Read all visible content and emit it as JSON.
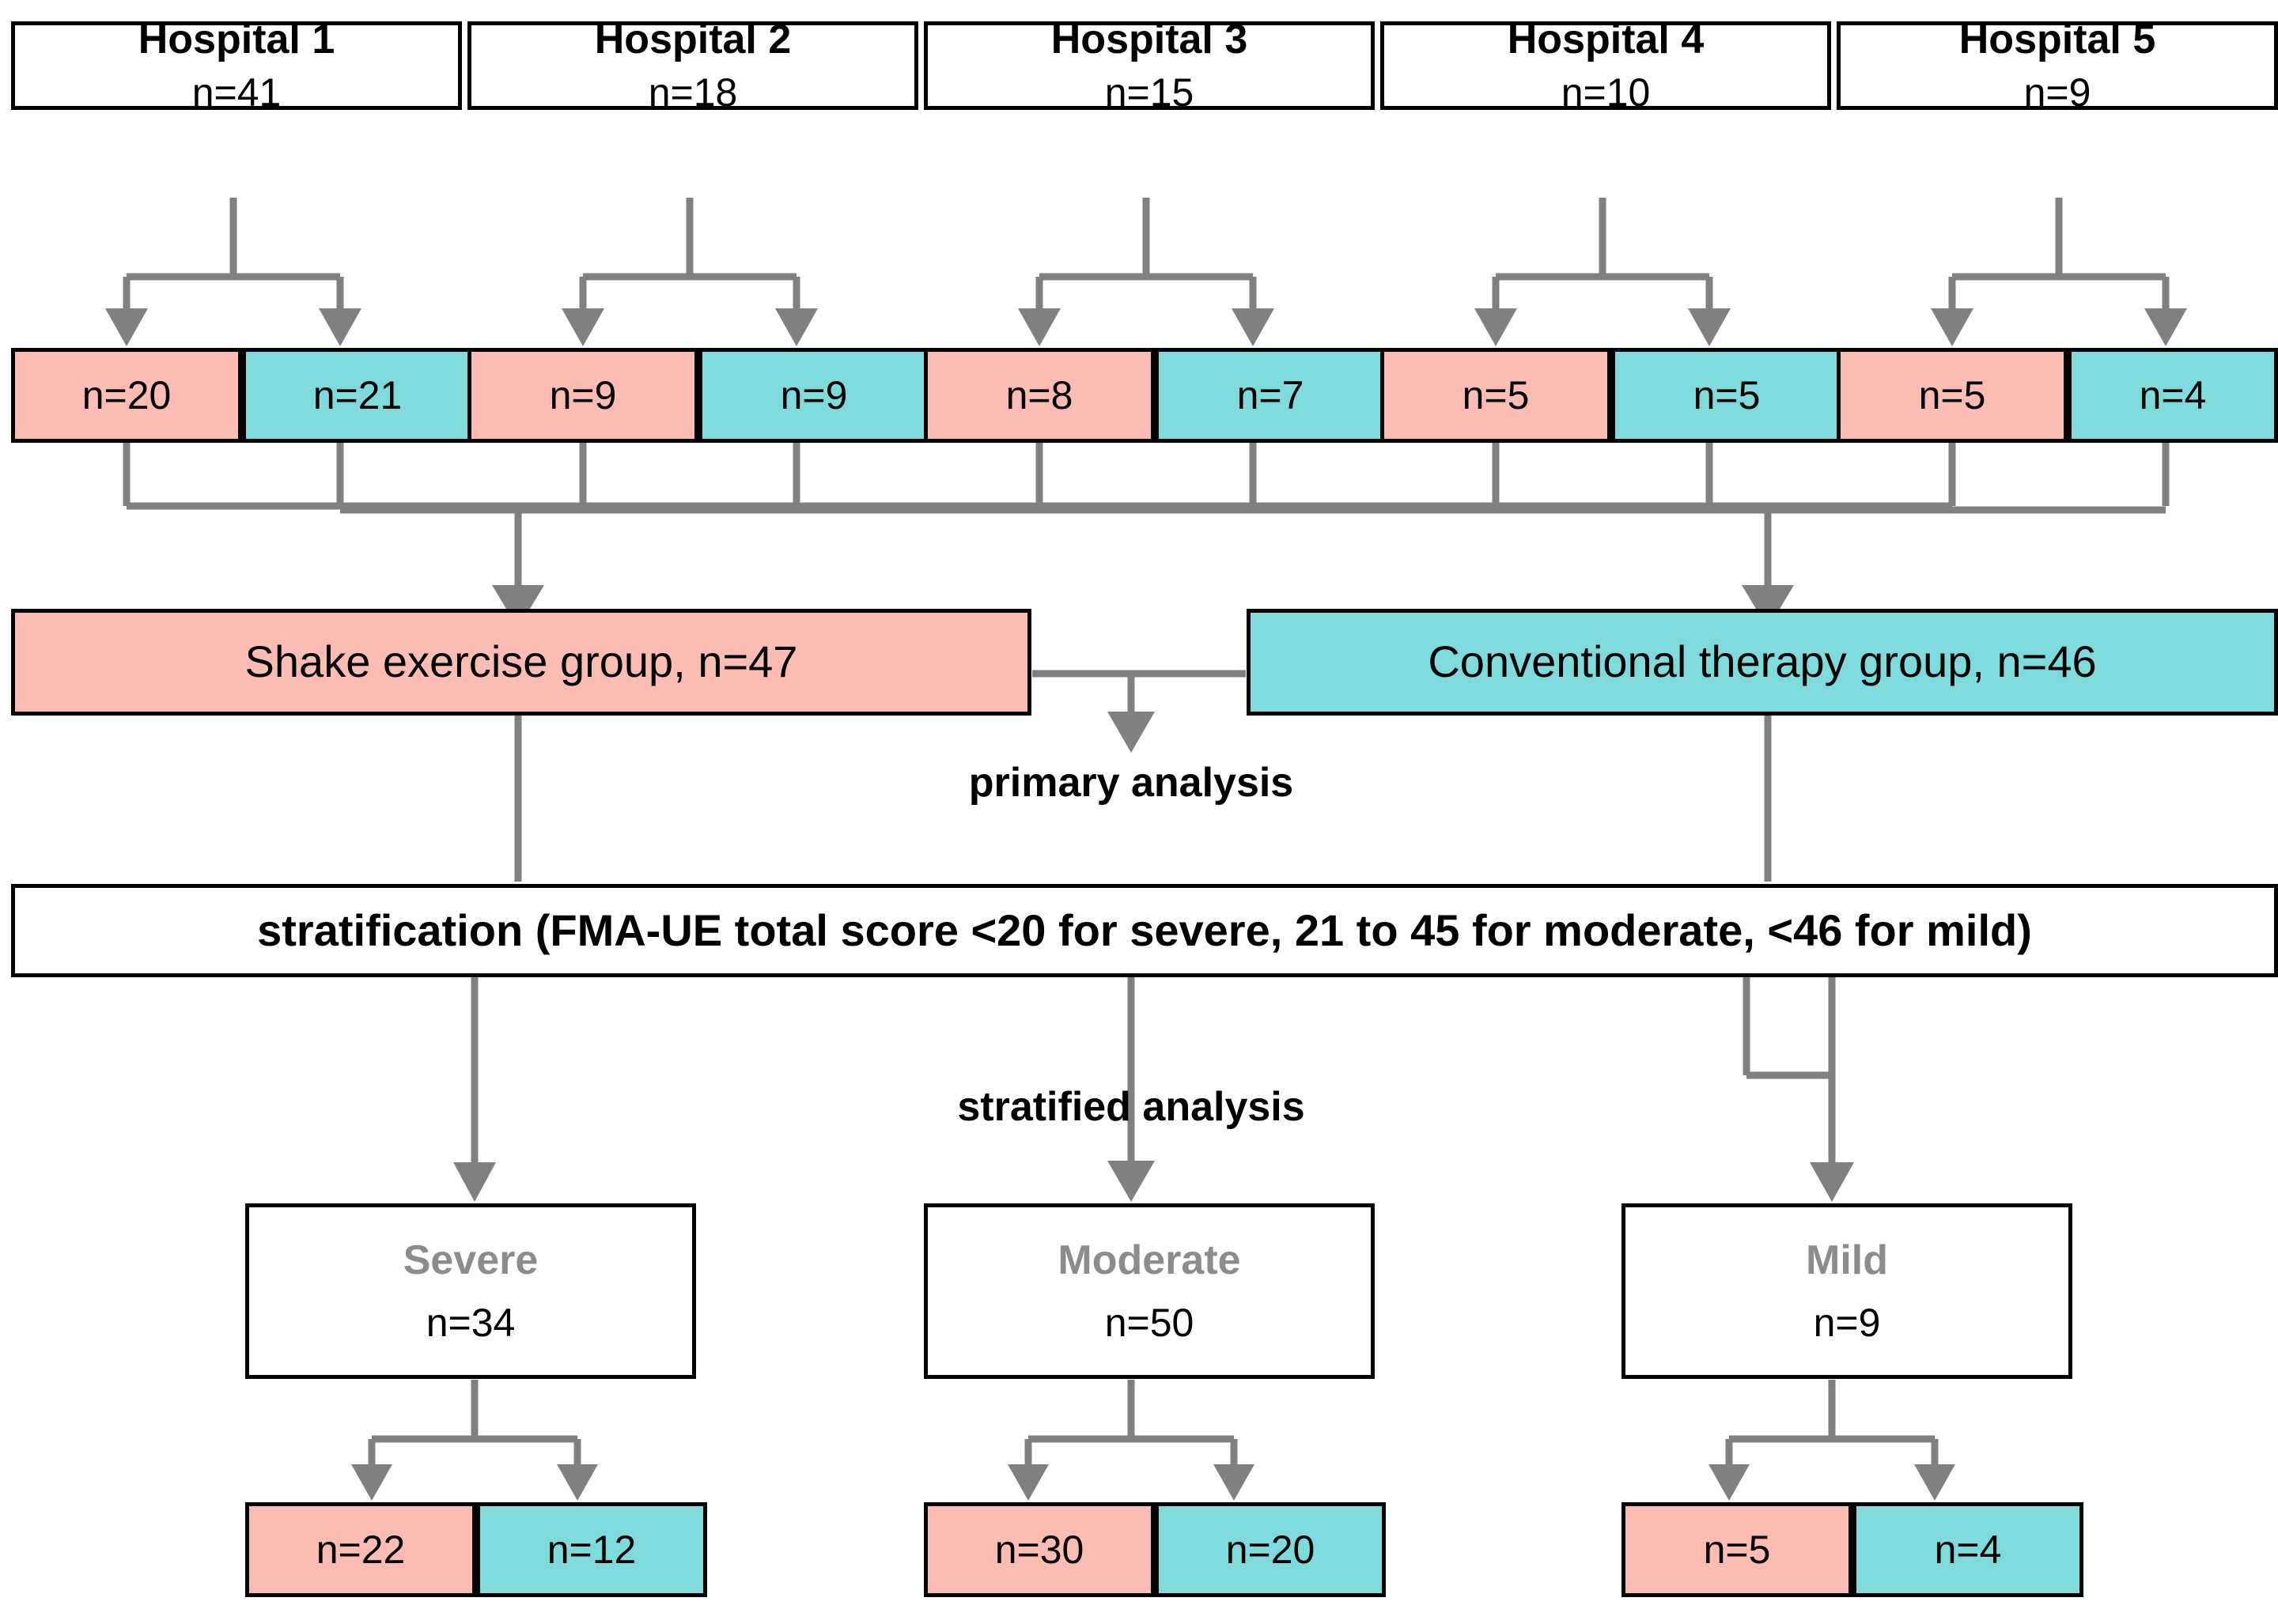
{
  "diagram": {
    "title": "Trial participant flow and stratification chart",
    "colors": {
      "pink": "#FBBCB4",
      "teal": "#7FDBDB",
      "connector_gray": "#808080",
      "severity_label_gray": "#8C8C8C",
      "border_black": "#000000",
      "background": "#FFFFFF"
    }
  },
  "hospitals": [
    {
      "name": "Hospital 1",
      "n": "n=41",
      "shake": "n=20",
      "conventional": "n=21"
    },
    {
      "name": "Hospital 2",
      "n": "n=18",
      "shake": "n=9",
      "conventional": "n=9"
    },
    {
      "name": "Hospital 3",
      "n": "n=15",
      "shake": "n=8",
      "conventional": "n=7"
    },
    {
      "name": "Hospital 4",
      "n": "n=10",
      "shake": "n=5",
      "conventional": "n=5"
    },
    {
      "name": "Hospital 5",
      "n": "n=9",
      "shake": "n=5",
      "conventional": "n=4"
    }
  ],
  "groups": {
    "shake": "Shake exercise group, n=47",
    "conventional": "Conventional therapy group, n=46"
  },
  "captions": {
    "primary_analysis": "primary analysis",
    "stratified_analysis": "stratified analysis"
  },
  "stratification": {
    "text": "stratification (FMA-UE total score <20 for severe, 21 to 45 for moderate, <46 for mild)"
  },
  "severity": [
    {
      "label": "Severe",
      "n": "n=34",
      "shake": "n=22",
      "conventional": "n=12"
    },
    {
      "label": "Moderate",
      "n": "n=50",
      "shake": "n=30",
      "conventional": "n=20"
    },
    {
      "label": "Mild",
      "n": "n=9",
      "shake": "n=5",
      "conventional": "n=4"
    }
  ],
  "chart_data": {
    "type": "diagram",
    "title": "CONSORT-style randomisation flow diagram",
    "nodes": {
      "hospital_totals": [
        41,
        18,
        15,
        10,
        9
      ],
      "shake_per_hospital": [
        20,
        9,
        8,
        5,
        5
      ],
      "conventional_per_hospital": [
        21,
        9,
        7,
        5,
        4
      ],
      "shake_total": 47,
      "conventional_total": 46,
      "severity_totals": {
        "severe": 34,
        "moderate": 50,
        "mild": 9
      },
      "severity_shake": {
        "severe": 22,
        "moderate": 30,
        "mild": 5
      },
      "severity_conventional": {
        "severe": 12,
        "moderate": 20,
        "mild": 4
      }
    }
  }
}
